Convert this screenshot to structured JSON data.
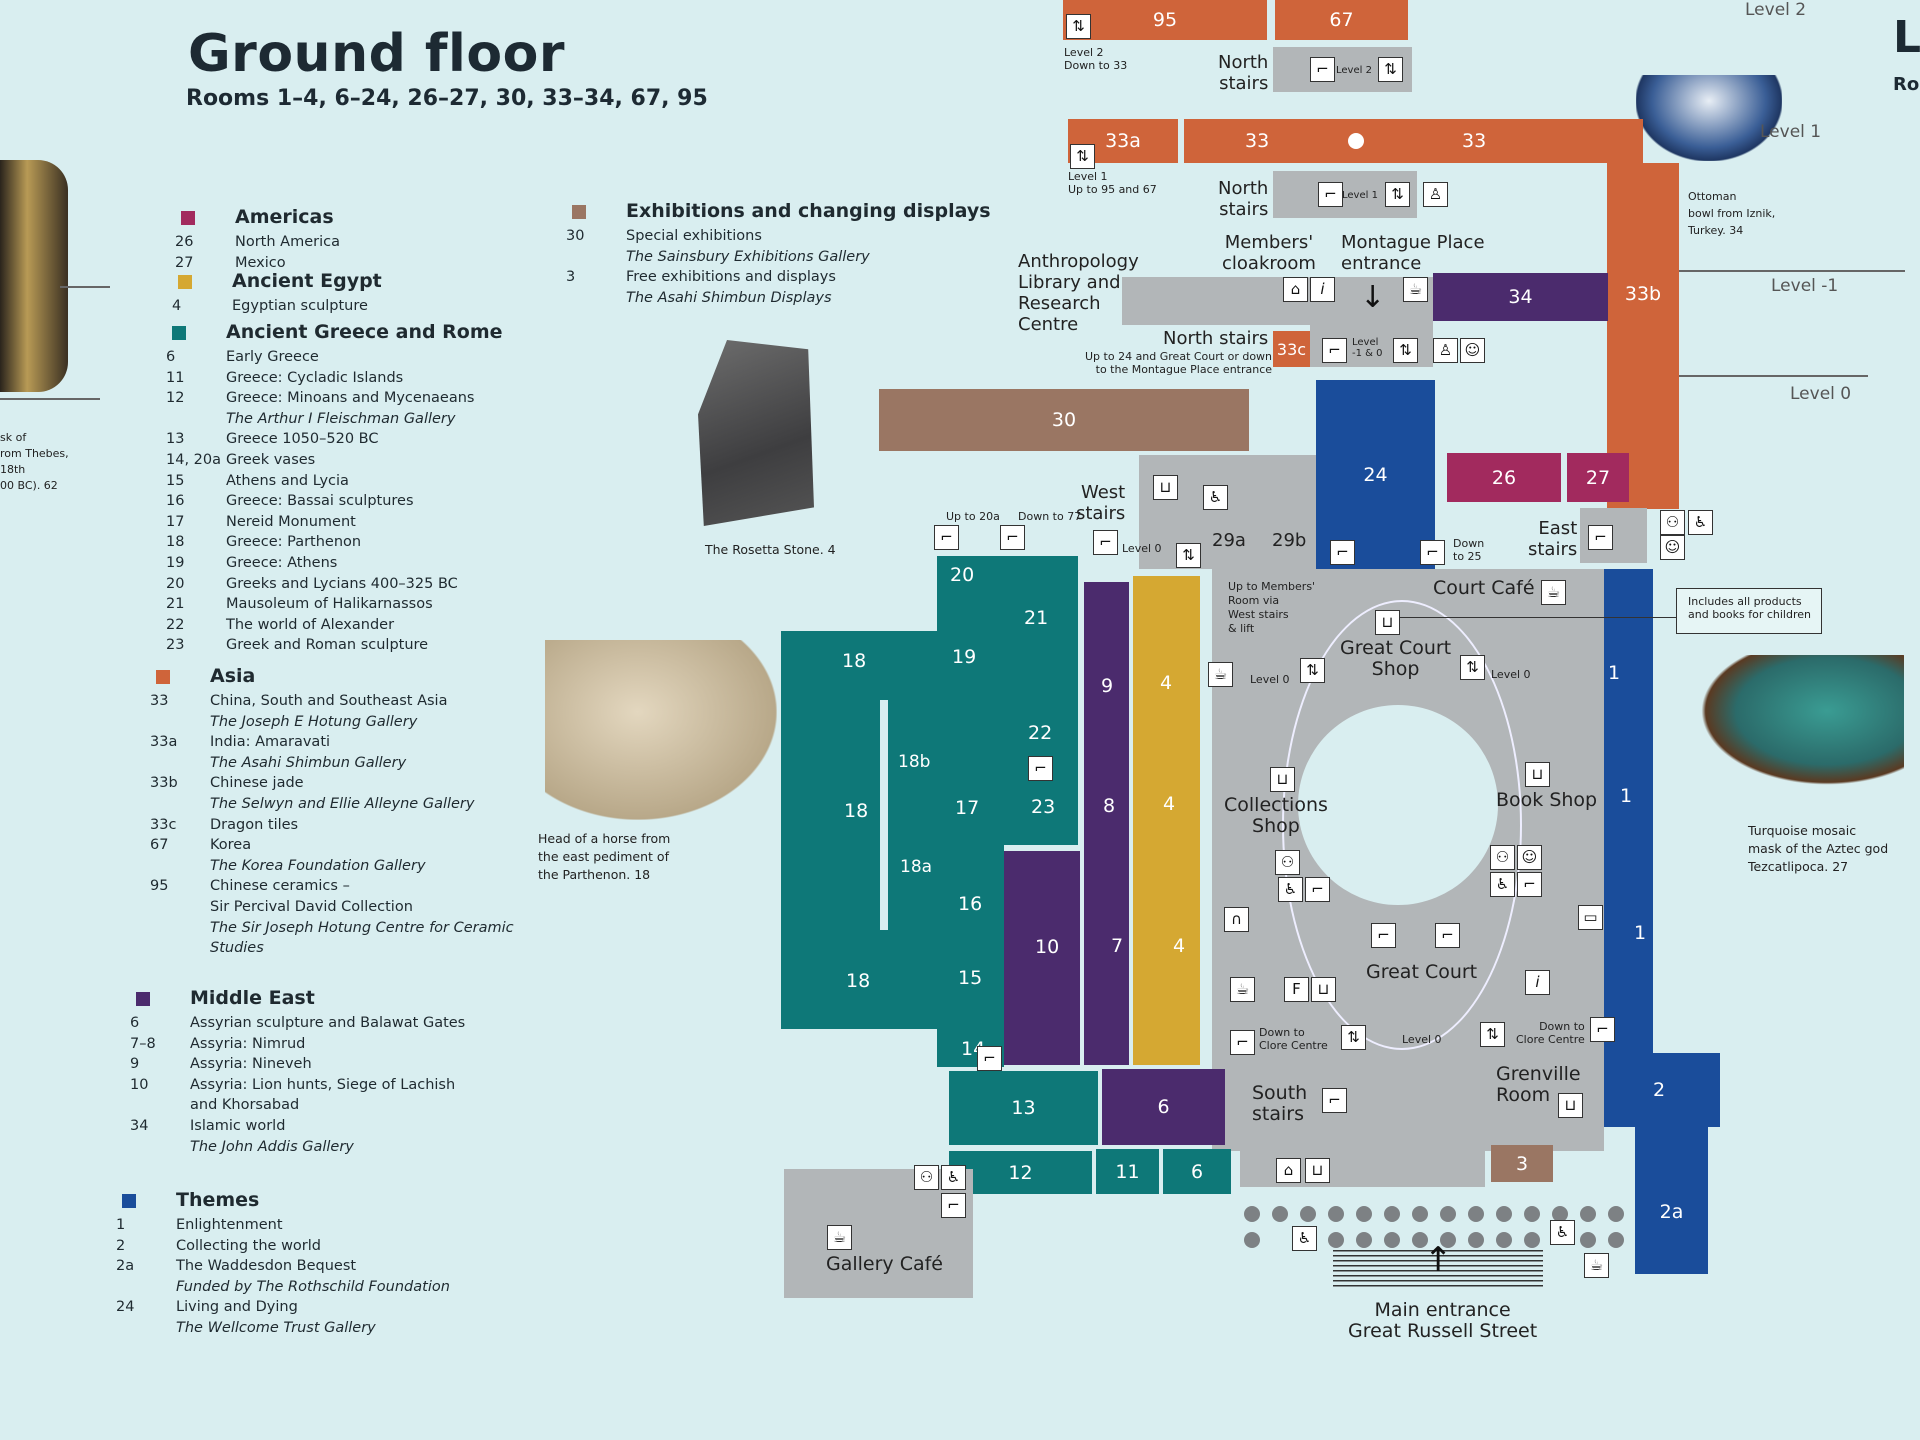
{
  "header": {
    "title": "Ground floor",
    "subtitle": "Rooms 1–4, 6–24, 26–27, 30, 33–34, 67, 95"
  },
  "legend": [
    {
      "name": "Americas",
      "color": "#a22a5e",
      "items": [
        {
          "num": "26",
          "label": "North America"
        },
        {
          "num": "27",
          "label": "Mexico"
        }
      ]
    },
    {
      "name": "Ancient Egypt",
      "color": "#d5a832",
      "items": [
        {
          "num": "4",
          "label": "Egyptian sculpture"
        }
      ]
    },
    {
      "name": "Ancient Greece and Rome",
      "color": "#0e7878",
      "items": [
        {
          "num": "6",
          "label": "Early Greece"
        },
        {
          "num": "11",
          "label": "Greece: Cycladic Islands"
        },
        {
          "num": "12",
          "label": "Greece: Minoans and Mycenaeans",
          "gallery": "The Arthur I Fleischman Gallery"
        },
        {
          "num": "13",
          "label": "Greece 1050–520 BC"
        },
        {
          "num": "14, 20a",
          "label": "Greek vases"
        },
        {
          "num": "15",
          "label": "Athens and Lycia"
        },
        {
          "num": "16",
          "label": "Greece: Bassai sculptures"
        },
        {
          "num": "17",
          "label": "Nereid Monument"
        },
        {
          "num": "18",
          "label": "Greece: Parthenon"
        },
        {
          "num": "19",
          "label": "Greece: Athens"
        },
        {
          "num": "20",
          "label": "Greeks and Lycians 400–325 BC"
        },
        {
          "num": "21",
          "label": "Mausoleum of Halikarnassos"
        },
        {
          "num": "22",
          "label": "The world of Alexander"
        },
        {
          "num": "23",
          "label": "Greek and Roman sculpture"
        }
      ]
    },
    {
      "name": "Asia",
      "color": "#cf643a",
      "items": [
        {
          "num": "33",
          "label": "China, South and Southeast Asia",
          "gallery": "The Joseph E Hotung Gallery"
        },
        {
          "num": "33a",
          "label": "India: Amaravati",
          "gallery": "The Asahi Shimbun Gallery"
        },
        {
          "num": "33b",
          "label": "Chinese jade",
          "gallery": "The Selwyn and Ellie Alleyne Gallery"
        },
        {
          "num": "33c",
          "label": "Dragon tiles"
        },
        {
          "num": "67",
          "label": "Korea",
          "gallery": "The Korea Foundation Gallery"
        },
        {
          "num": "95",
          "label": "Chinese ceramics –\nSir Percival David Collection",
          "gallery": "The Sir Joseph Hotung Centre for Ceramic\nStudies"
        }
      ]
    },
    {
      "name": "Middle East",
      "color": "#4b2b6d",
      "items": [
        {
          "num": "6",
          "label": "Assyrian sculpture and Balawat Gates"
        },
        {
          "num": "7–8",
          "label": "Assyria: Nimrud"
        },
        {
          "num": "9",
          "label": "Assyria: Nineveh"
        },
        {
          "num": "10",
          "label": "Assyria: Lion hunts, Siege of Lachish\nand Khorsabad"
        },
        {
          "num": "34",
          "label": "Islamic world",
          "gallery": "The John Addis Gallery"
        }
      ]
    },
    {
      "name": "Themes",
      "color": "#1a4d9b",
      "items": [
        {
          "num": "1",
          "label": "Enlightenment"
        },
        {
          "num": "2",
          "label": "Collecting the world"
        },
        {
          "num": "2a",
          "label": "The Waddesdon Bequest",
          "gallery": "Funded by The Rothschild Foundation"
        },
        {
          "num": "24",
          "label": "Living and Dying",
          "gallery": "The Wellcome Trust Gallery"
        }
      ]
    },
    {
      "name": "Exhibitions and changing displays",
      "color": "#9a7663",
      "items": [
        {
          "num": "30",
          "label": "Special exhibitions",
          "gallery": "The Sainsbury Exhibitions Gallery"
        },
        {
          "num": "3",
          "label": "Free exhibitions and displays",
          "gallery": "The Asahi Shimbun Displays"
        }
      ]
    }
  ],
  "rooms": {
    "r95": "95",
    "r67": "67",
    "r33a": "33a",
    "r33": "33",
    "r33b": "33b",
    "r33c": "33c",
    "r34": "34",
    "r30": "30",
    "r24": "24",
    "r26": "26",
    "r27": "27",
    "r29a": "29a",
    "r29b": "29b",
    "r1": "1",
    "r2": "2",
    "r2a": "2a",
    "r3": "3",
    "r4": "4",
    "r6": "6",
    "r7": "7",
    "r8": "8",
    "r9": "9",
    "r10": "10",
    "r11": "11",
    "r12": "12",
    "r13": "13",
    "r14": "14",
    "r15": "15",
    "r16": "16",
    "r17": "17",
    "r18": "18",
    "r18a": "18a",
    "r18b": "18b",
    "r19": "19",
    "r20": "20",
    "r21": "21",
    "r22": "22",
    "r23": "23"
  },
  "map_labels": {
    "north_stairs": "North\nstairs",
    "level2_down": "Level 2\nDown to 33",
    "level1_up": "Level 1\nUp to 95 and 67",
    "level2": "Level 2",
    "level1": "Level 1",
    "level_m1_0": "Level\n-1 & 0",
    "anthropology": "Anthropology\nLibrary and\nResearch\nCentre",
    "members_cloakroom": "Members'\ncloakroom",
    "montague": "Montague Place\nentrance",
    "north_stairs_lower": "North stairs",
    "north_stairs_note": "Up to 24 and Great Court or down\nto the Montague Place entrance",
    "west_stairs": "West\nstairs",
    "east_stairs": "East\nstairs",
    "up_to_20a": "Up to 20a",
    "down_to_77": "Down to 77",
    "down_to_25": "Down\nto 25",
    "level0": "Level 0",
    "members_room": "Up to Members'\nRoom via\nWest stairs\n& lift",
    "court_cafe": "Court Café",
    "great_court_shop": "Great Court\nShop",
    "collections_shop": "Collections\nShop",
    "book_shop": "Book Shop",
    "great_court": "Great Court",
    "down_clore": "Down to\nClore Centre",
    "south_stairs": "South\nstairs",
    "grenville": "Grenville\nRoom",
    "gallery_cafe": "Gallery Café",
    "main_entrance": "Main entrance\nGreat Russell Street",
    "callout": "Includes all products\nand books for children"
  },
  "captions": {
    "rosetta": "The Rosetta Stone. 4",
    "horse": "Head of a horse from\nthe east pediment of\nthe Parthenon. 18",
    "bowl": "Ottoman\nbowl from Iznik,\nTurkey. 34",
    "mask": "Turquoise mosaic\nmask of the Aztec god\nTezcatlipoca. 27",
    "left_edge": "sk of\nrom Thebes,\n18th\n00 BC). 62"
  },
  "levels": {
    "l2": "Level 2",
    "l1": "Level 1",
    "lm1": "Level -1",
    "l0": "Level 0",
    "next_page": "L",
    "next_page_sub": "Ro"
  }
}
